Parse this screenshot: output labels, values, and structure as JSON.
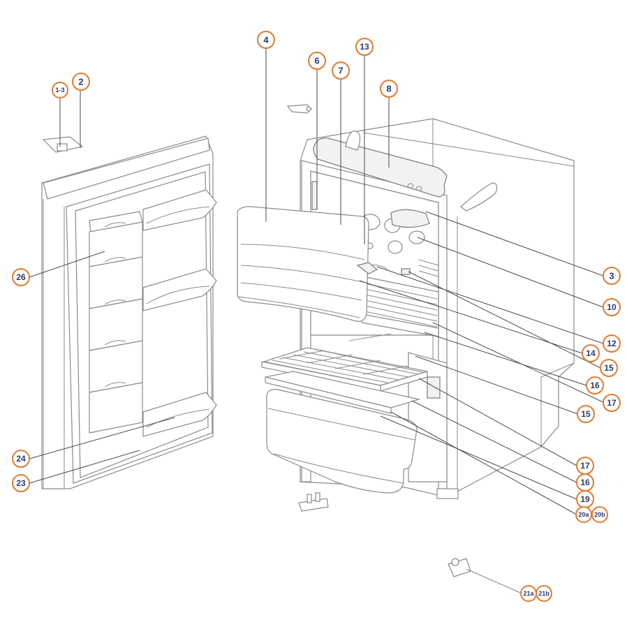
{
  "diagram": {
    "accent_color": "#e07a2e",
    "label_color": "#2a3a6a",
    "callouts": [
      "1-3",
      "2",
      "4",
      "6",
      "7",
      "13",
      "8",
      "3",
      "10",
      "12",
      "14",
      "15",
      "16",
      "17",
      "15",
      "17",
      "16",
      "19",
      "20a",
      "20b",
      "26",
      "24",
      "23",
      "21a",
      "21b"
    ]
  }
}
